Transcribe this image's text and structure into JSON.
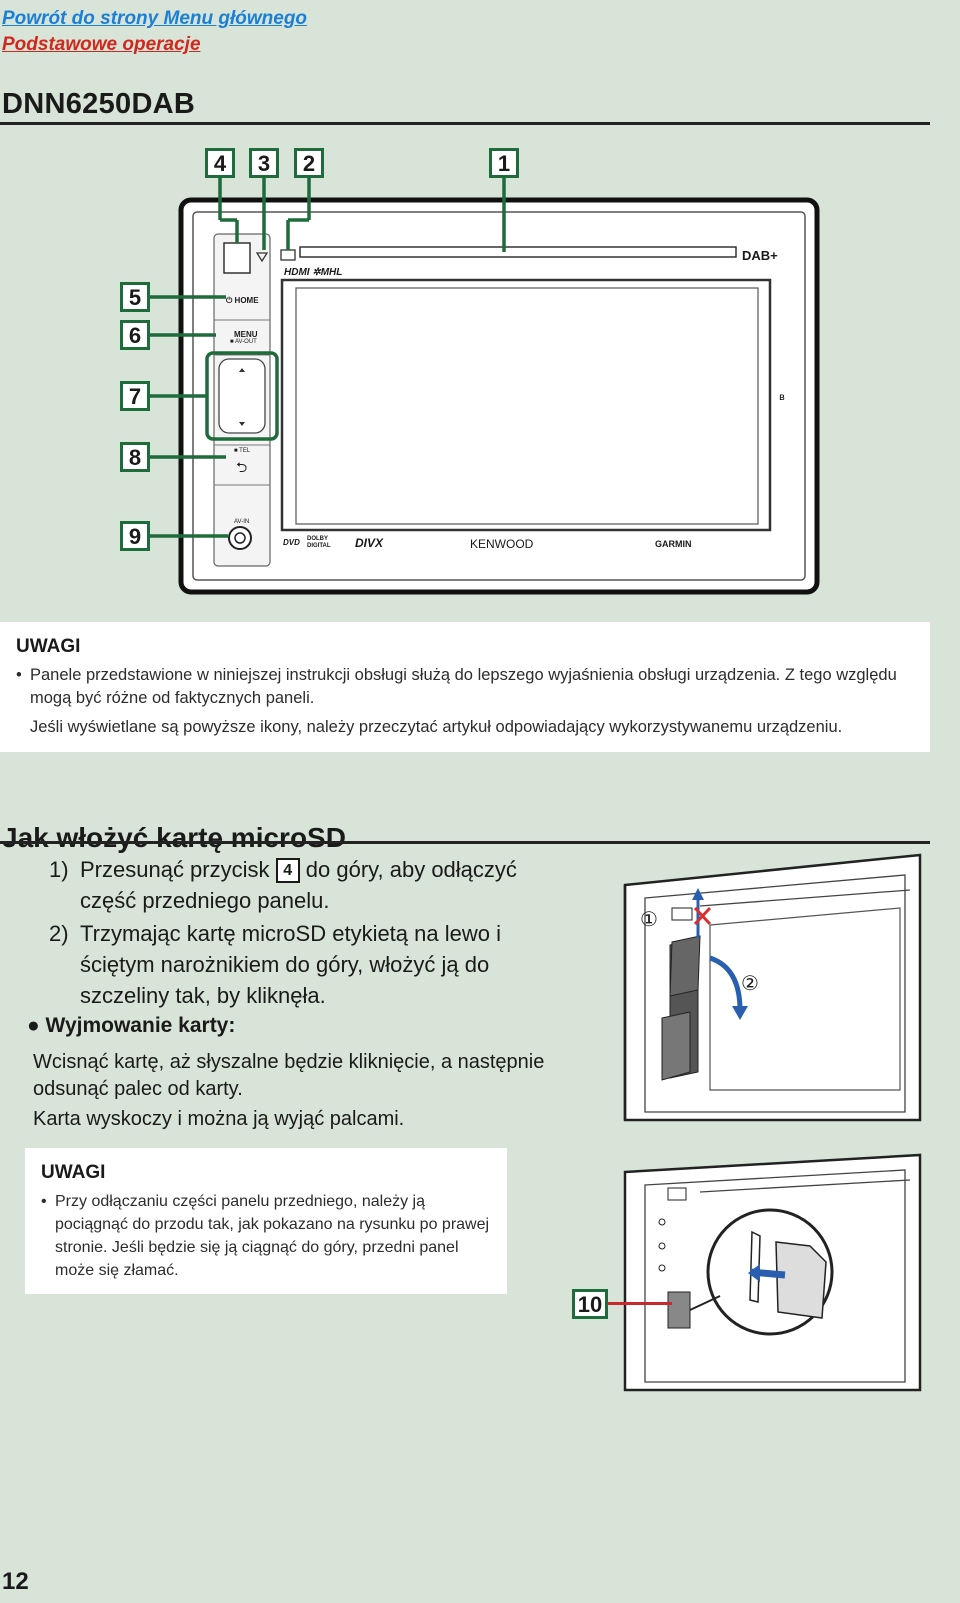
{
  "nav": {
    "main_menu_link": "Powrót do strony Menu głównego",
    "basic_operations_link": "Podstawowe operacje"
  },
  "model": "DNN6250DAB",
  "device_figure": {
    "callouts": [
      "4",
      "3",
      "2",
      "1",
      "5",
      "6",
      "7",
      "8",
      "9"
    ],
    "labels": {
      "home": "⏻ HOME",
      "menu": "MENU",
      "av_out": "■ AV-OUT",
      "tel": "■ TEL",
      "av_in": "AV-IN",
      "hdmi_mhl": "HDMI  ✲MHL",
      "dab": "DAB+",
      "dvd": "DVD",
      "dolby": "DOLBY DIGITAL",
      "divx": "DIVX",
      "kenwood": "KENWOOD",
      "garmin": "GARMIN"
    }
  },
  "note1": {
    "title": "UWAGI",
    "bullet": "Panele przedstawione w niniejszej instrukcji obsługi służą do lepszego wyjaśnienia obsługi urządzenia. Z tego względu mogą być różne od faktycznych paneli.",
    "text2": "Jeśli wyświetlane są powyższe ikony, należy przeczytać artykuł odpowiadający wykorzystywanemu urządzeniu."
  },
  "section": {
    "title": "Jak włożyć kartę microSD",
    "step1_num": "1)",
    "step1_pre": "Przesunąć przycisk",
    "step1_box": "4",
    "step1_post": "do góry, aby odłączyć",
    "step1_line2": "część przedniego panelu.",
    "step2_num": "2)",
    "step2_lines": [
      "Trzymając kartę microSD etykietą na lewo i",
      "ściętym narożnikiem do góry, włożyć ją do",
      "szczeliny tak, by kliknęła."
    ],
    "removal_heading": "● Wyjmowanie  karty:",
    "removal_text1": "Wcisnąć kartę, aż słyszalne będzie kliknięcie, a następnie odsunąć palec od karty.",
    "removal_text2": "Karta wyskoczy i można ją wyjąć palcami."
  },
  "note2": {
    "title": "UWAGI",
    "bullet": "Przy odłączaniu części panelu przedniego, należy ją pociągnąć do przodu tak, jak pokazano na rysunku po prawej stronie. Jeśli będzie się ją ciągnąć do góry, przedni panel może się złamać."
  },
  "illustrations": {
    "marker1": "①",
    "marker2": "②",
    "callout10": "10"
  },
  "page_number": "12",
  "colors": {
    "background": "#d7e4d7",
    "callout_border": "#1e6b3c",
    "link_blue": "#1c7fd6",
    "link_red": "#d1271c",
    "arrow_blue": "#2a5fb0",
    "cross_red": "#d63030"
  }
}
